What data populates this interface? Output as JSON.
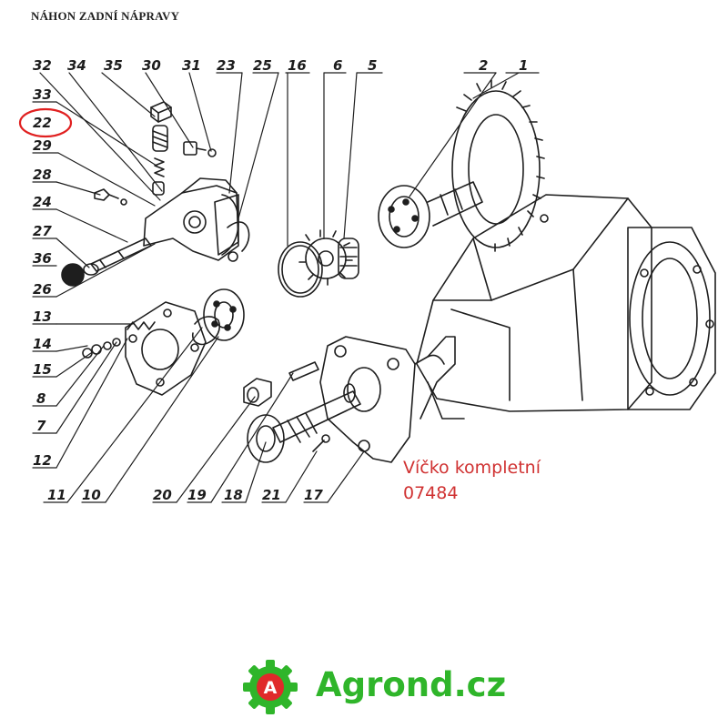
{
  "title": "NÁHON ZADNÍ NÁPRAVY",
  "part_numbers": {
    "top": [
      "32",
      "34",
      "35",
      "30",
      "31",
      "23",
      "25",
      "16",
      "6",
      "5",
      "2",
      "1"
    ],
    "left": [
      "33",
      "22",
      "29",
      "28",
      "24",
      "27",
      "36",
      "26",
      "13",
      "14",
      "15",
      "8",
      "7",
      "12",
      "11"
    ],
    "bottom": [
      "10",
      "20",
      "19",
      "18",
      "21",
      "17"
    ]
  },
  "highlighted_part": "22",
  "cover_note": {
    "line1": "Víčko kompletní",
    "line2": "07484",
    "color": "#d03232"
  },
  "brand": {
    "logo_letter": "A",
    "name": "Agrond.cz",
    "color": "#2fb52a",
    "logo_gear_color": "#2fb52a",
    "logo_circle_color": "#e02a2a"
  }
}
